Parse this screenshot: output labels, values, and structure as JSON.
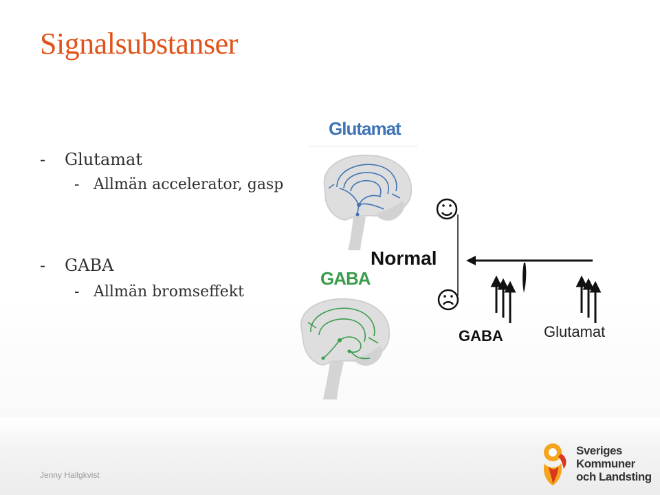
{
  "slide": {
    "title": "Signalsubstanser",
    "bullets": [
      {
        "dash": "-",
        "text": "Glutamat",
        "sub": {
          "dash": "-",
          "text": "Allmän accelerator, gasp"
        }
      },
      {
        "dash": "-",
        "text": "GABA",
        "sub": {
          "dash": "-",
          "text": "Allmän bromseffekt"
        }
      }
    ]
  },
  "brains": {
    "glutamat_label": "Glutamat",
    "gaba_label": "GABA",
    "glutamat_color": "#3f74b5",
    "gaba_color": "#3b9c4c"
  },
  "diagram": {
    "normal_label": "Normal",
    "gaba_label": "GABA",
    "glutamat_label": "Glutamat",
    "happy_icon": "smiley-happy-icon",
    "sad_icon": "smiley-sad-icon"
  },
  "footer": {
    "author": "Jenny Hallgkvist",
    "logo_lines": [
      "Sveriges",
      "Kommuner",
      "och Landsting"
    ]
  },
  "colors": {
    "title": "#e0541b",
    "logo_orange": "#f4a51c",
    "logo_red": "#d9381e"
  }
}
